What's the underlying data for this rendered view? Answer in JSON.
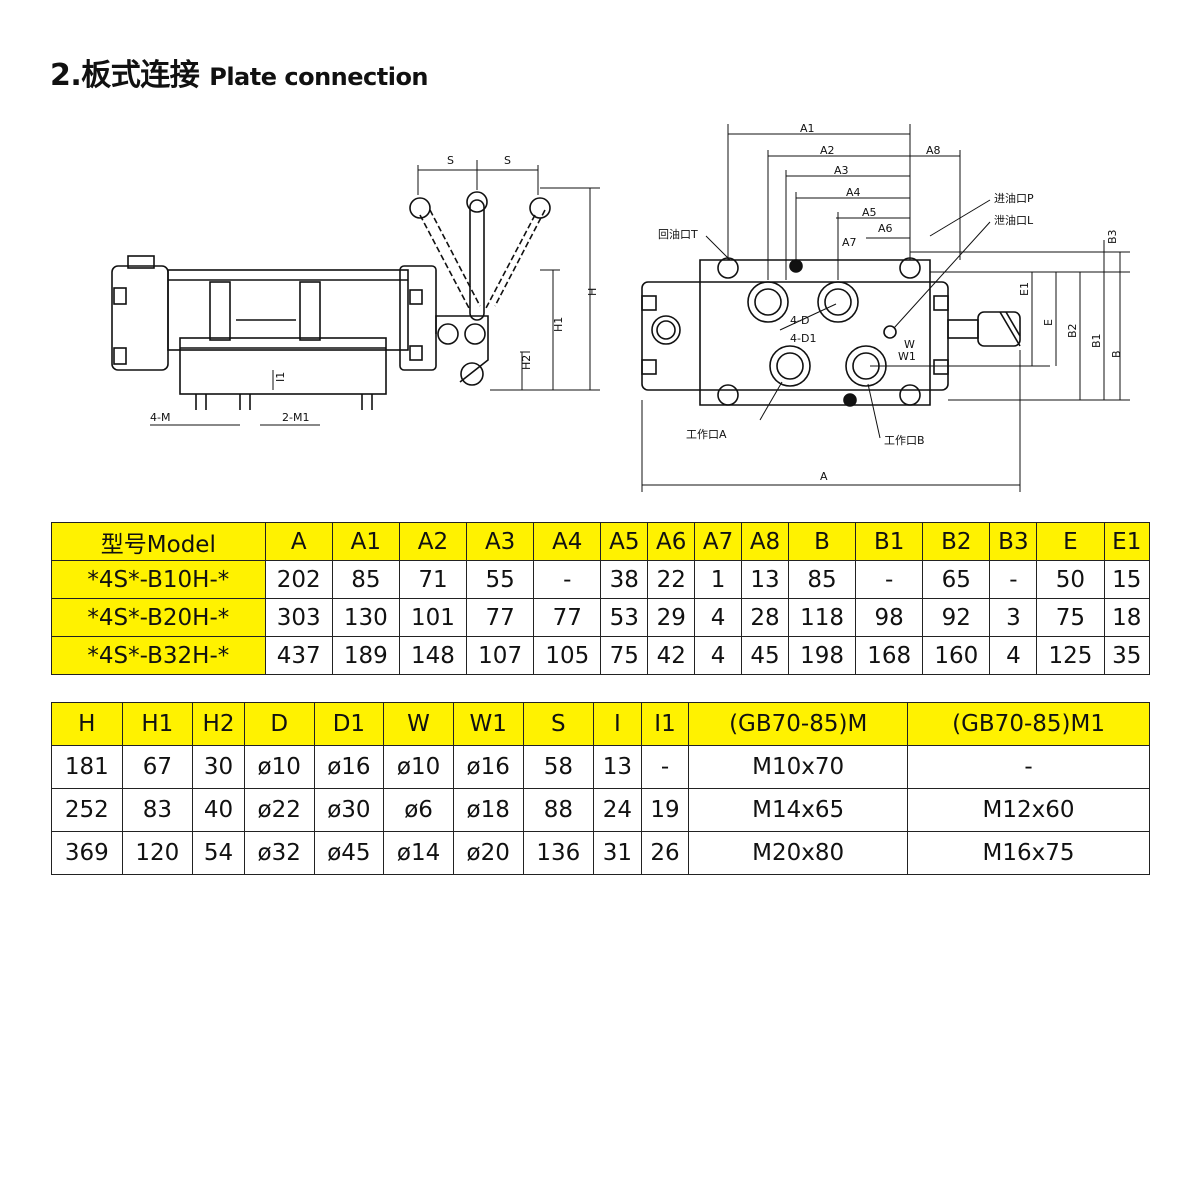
{
  "title": {
    "number": "2.",
    "cn": "板式连接",
    "en": "Plate connection"
  },
  "drawing_labels": {
    "s": "S",
    "h": "H",
    "h1": "H1",
    "h2": "H2",
    "m4": "4-M",
    "m2": "2-M1",
    "i1": "I1",
    "a": "A",
    "a1": "A1",
    "a2": "A2",
    "a3": "A3",
    "a4": "A4",
    "a5": "A5",
    "a6": "A6",
    "a7": "A7",
    "a8": "A8",
    "b": "B",
    "b1": "B1",
    "b2": "B2",
    "b3": "B3",
    "e": "E",
    "e1": "E1",
    "d4": "4-D",
    "d41": "4-D1",
    "w": "W",
    "w1": "W1",
    "port_p": "进油口P",
    "port_l": "泄油口L",
    "port_t": "回油口T",
    "port_a": "工作口A",
    "port_b": "工作口B"
  },
  "table1": {
    "headers": [
      "型号Model",
      "A",
      "A1",
      "A2",
      "A3",
      "A4",
      "A5",
      "A6",
      "A7",
      "A8",
      "B",
      "B1",
      "B2",
      "B3",
      "E",
      "E1"
    ],
    "rows": [
      [
        "*4S*-B10H-*",
        "202",
        "85",
        "71",
        "55",
        "-",
        "38",
        "22",
        "1",
        "13",
        "85",
        "-",
        "65",
        "-",
        "50",
        "15"
      ],
      [
        "*4S*-B20H-*",
        "303",
        "130",
        "101",
        "77",
        "77",
        "53",
        "29",
        "4",
        "28",
        "118",
        "98",
        "92",
        "3",
        "75",
        "18"
      ],
      [
        "*4S*-B32H-*",
        "437",
        "189",
        "148",
        "107",
        "105",
        "75",
        "42",
        "4",
        "45",
        "198",
        "168",
        "160",
        "4",
        "125",
        "35"
      ]
    ]
  },
  "table2": {
    "headers": [
      "H",
      "H1",
      "H2",
      "D",
      "D1",
      "W",
      "W1",
      "S",
      "I",
      "I1",
      "(GB70-85)M",
      "(GB70-85)M1"
    ],
    "rows": [
      [
        "181",
        "67",
        "30",
        "ø10",
        "ø16",
        "ø10",
        "ø16",
        "58",
        "13",
        "-",
        "M10x70",
        "-"
      ],
      [
        "252",
        "83",
        "40",
        "ø22",
        "ø30",
        "ø6",
        "ø18",
        "88",
        "24",
        "19",
        "M14x65",
        "M12x60"
      ],
      [
        "369",
        "120",
        "54",
        "ø32",
        "ø45",
        "ø14",
        "ø20",
        "136",
        "31",
        "26",
        "M20x80",
        "M16x75"
      ]
    ]
  }
}
